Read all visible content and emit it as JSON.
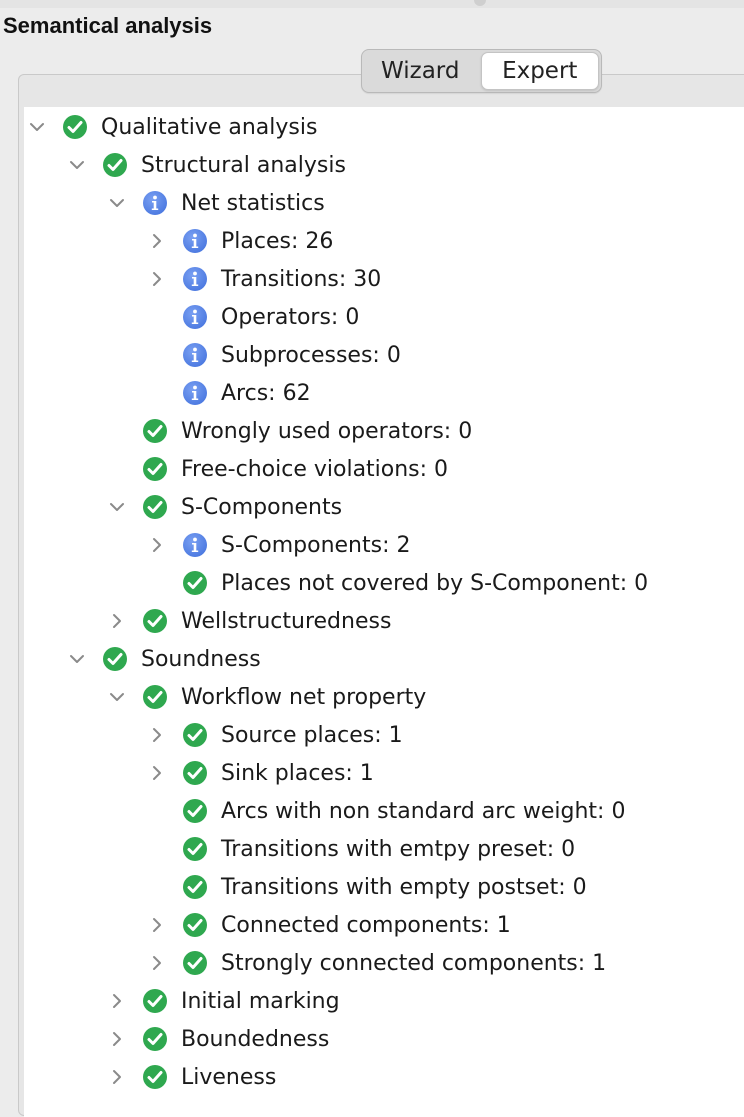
{
  "section": {
    "title": "Semantical analysis"
  },
  "mode": {
    "wizard_label": "Wizard",
    "expert_label": "Expert",
    "selected": "Expert"
  },
  "colors": {
    "ok": "#2fa84f",
    "info": "#4a78e0"
  },
  "tree": {
    "items": [
      {
        "label": "Qualitative analysis",
        "depth": 0,
        "icon": "check-icon",
        "expander": "expanded"
      },
      {
        "label": "Structural analysis",
        "depth": 1,
        "icon": "check-icon",
        "expander": "expanded"
      },
      {
        "label": "Net statistics",
        "depth": 2,
        "icon": "info-icon",
        "expander": "expanded"
      },
      {
        "label": "Places: 26",
        "depth": 3,
        "icon": "info-icon",
        "expander": "collapsed"
      },
      {
        "label": "Transitions: 30",
        "depth": 3,
        "icon": "info-icon",
        "expander": "collapsed"
      },
      {
        "label": "Operators: 0",
        "depth": 3,
        "icon": "info-icon",
        "expander": "none"
      },
      {
        "label": "Subprocesses: 0",
        "depth": 3,
        "icon": "info-icon",
        "expander": "none"
      },
      {
        "label": "Arcs: 62",
        "depth": 3,
        "icon": "info-icon",
        "expander": "none"
      },
      {
        "label": "Wrongly used operators: 0",
        "depth": 2,
        "icon": "check-icon",
        "expander": "none"
      },
      {
        "label": "Free-choice violations: 0",
        "depth": 2,
        "icon": "check-icon",
        "expander": "none"
      },
      {
        "label": "S-Components",
        "depth": 2,
        "icon": "check-icon",
        "expander": "expanded"
      },
      {
        "label": "S-Components: 2",
        "depth": 3,
        "icon": "info-icon",
        "expander": "collapsed"
      },
      {
        "label": "Places not covered by S-Component: 0",
        "depth": 3,
        "icon": "check-icon",
        "expander": "none"
      },
      {
        "label": "Wellstructuredness",
        "depth": 2,
        "icon": "check-icon",
        "expander": "collapsed"
      },
      {
        "label": "Soundness",
        "depth": 1,
        "icon": "check-icon",
        "expander": "expanded"
      },
      {
        "label": "Workflow net property",
        "depth": 2,
        "icon": "check-icon",
        "expander": "expanded"
      },
      {
        "label": "Source places: 1",
        "depth": 3,
        "icon": "check-icon",
        "expander": "collapsed"
      },
      {
        "label": "Sink places: 1",
        "depth": 3,
        "icon": "check-icon",
        "expander": "collapsed"
      },
      {
        "label": "Arcs with non standard arc weight: 0",
        "depth": 3,
        "icon": "check-icon",
        "expander": "none"
      },
      {
        "label": "Transitions with emtpy preset: 0",
        "depth": 3,
        "icon": "check-icon",
        "expander": "none"
      },
      {
        "label": "Transitions with empty postset: 0",
        "depth": 3,
        "icon": "check-icon",
        "expander": "none"
      },
      {
        "label": "Connected components: 1",
        "depth": 3,
        "icon": "check-icon",
        "expander": "collapsed"
      },
      {
        "label": "Strongly connected components: 1",
        "depth": 3,
        "icon": "check-icon",
        "expander": "collapsed"
      },
      {
        "label": "Initial marking",
        "depth": 2,
        "icon": "check-icon",
        "expander": "collapsed"
      },
      {
        "label": "Boundedness",
        "depth": 2,
        "icon": "check-icon",
        "expander": "collapsed"
      },
      {
        "label": "Liveness",
        "depth": 2,
        "icon": "check-icon",
        "expander": "collapsed"
      }
    ]
  }
}
